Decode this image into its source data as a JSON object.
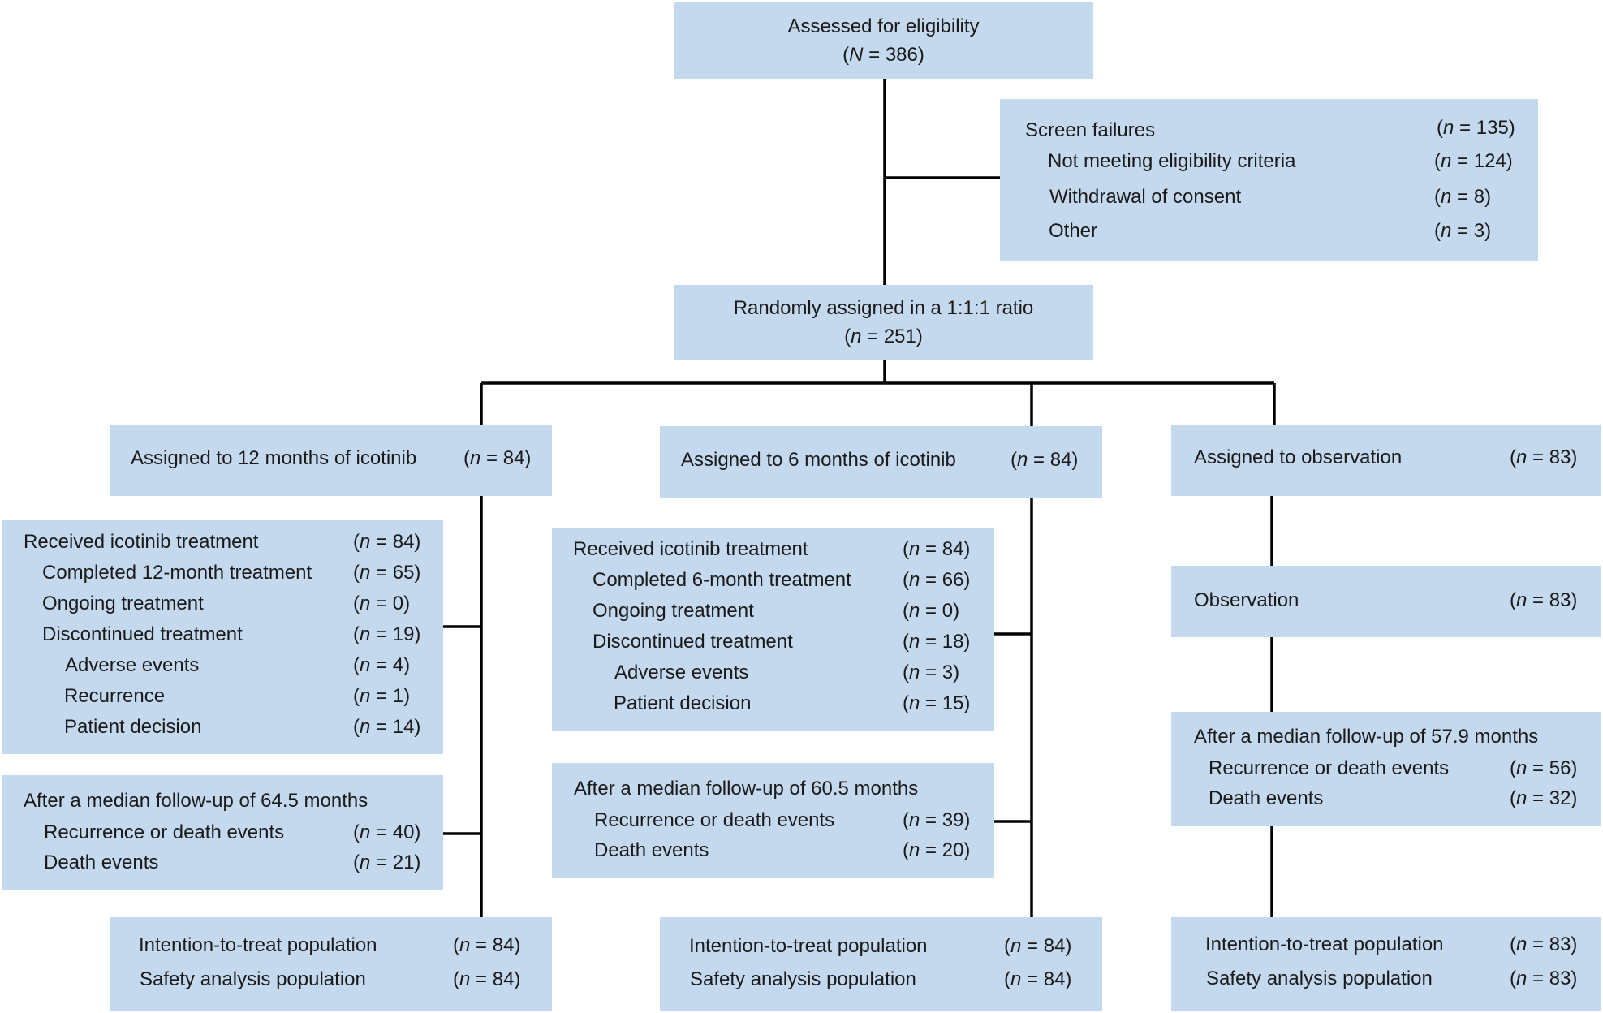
{
  "top": {
    "title": "Assessed for eligibility",
    "n_label": "N",
    "n_value": "386"
  },
  "screen": {
    "title": "Screen failures",
    "title_n": "135",
    "rows": [
      {
        "label": "Not meeting eligibility criteria",
        "n": "124"
      },
      {
        "label": "Withdrawal of consent",
        "n": "8"
      },
      {
        "label": "Other",
        "n": "3"
      }
    ]
  },
  "random": {
    "title": "Randomly assigned in a 1:1:1 ratio",
    "n": "251"
  },
  "arm12": {
    "title": "Assigned to 12 months of icotinib",
    "n": "84",
    "treat_title": "Received icotinib treatment",
    "treat_n": "84",
    "treat_rows": [
      {
        "label": "Completed 12-month treatment",
        "n": "65"
      },
      {
        "label": "Ongoing treatment",
        "n": "0"
      },
      {
        "label": "Discontinued treatment",
        "n": "19"
      },
      {
        "label": "Adverse events",
        "n": "4"
      },
      {
        "label": "Recurrence",
        "n": "1"
      },
      {
        "label": "Patient decision",
        "n": "14"
      }
    ],
    "fu_title": "After a median follow-up of 64.5 months",
    "fu_rows": [
      {
        "label": "Recurrence or death events",
        "n": "40"
      },
      {
        "label": "Death events",
        "n": "21"
      }
    ],
    "pop_rows": [
      {
        "label": "Intention-to-treat population",
        "n": "84"
      },
      {
        "label": "Safety analysis population",
        "n": "84"
      }
    ]
  },
  "arm6": {
    "title": "Assigned to 6 months of icotinib",
    "n": "84",
    "treat_title": "Received icotinib treatment",
    "treat_n": "84",
    "treat_rows": [
      {
        "label": "Completed 6-month treatment",
        "n": "66"
      },
      {
        "label": "Ongoing treatment",
        "n": "0"
      },
      {
        "label": "Discontinued treatment",
        "n": "18"
      },
      {
        "label": "Adverse events",
        "n": "3"
      },
      {
        "label": "Patient decision",
        "n": "15"
      }
    ],
    "fu_title": "After a median follow-up of 60.5 months",
    "fu_rows": [
      {
        "label": "Recurrence or death events",
        "n": "39"
      },
      {
        "label": "Death events",
        "n": "20"
      }
    ],
    "pop_rows": [
      {
        "label": "Intention-to-treat population",
        "n": "84"
      },
      {
        "label": "Safety analysis population",
        "n": "84"
      }
    ]
  },
  "armobs": {
    "title": "Assigned to observation",
    "n": "83",
    "obs_title": "Observation",
    "obs_n": "83",
    "fu_title": "After a median follow-up of 57.9 months",
    "fu_rows": [
      {
        "label": "Recurrence or death events",
        "n": "56"
      },
      {
        "label": "Death events",
        "n": "32"
      }
    ],
    "pop_rows": [
      {
        "label": "Intention-to-treat population",
        "n": "83"
      },
      {
        "label": "Safety analysis population",
        "n": "83"
      }
    ]
  },
  "n_symbol": "n",
  "colors": {
    "box": "#c5d9ee",
    "line": "#000000",
    "text": "#1a1a1a"
  }
}
